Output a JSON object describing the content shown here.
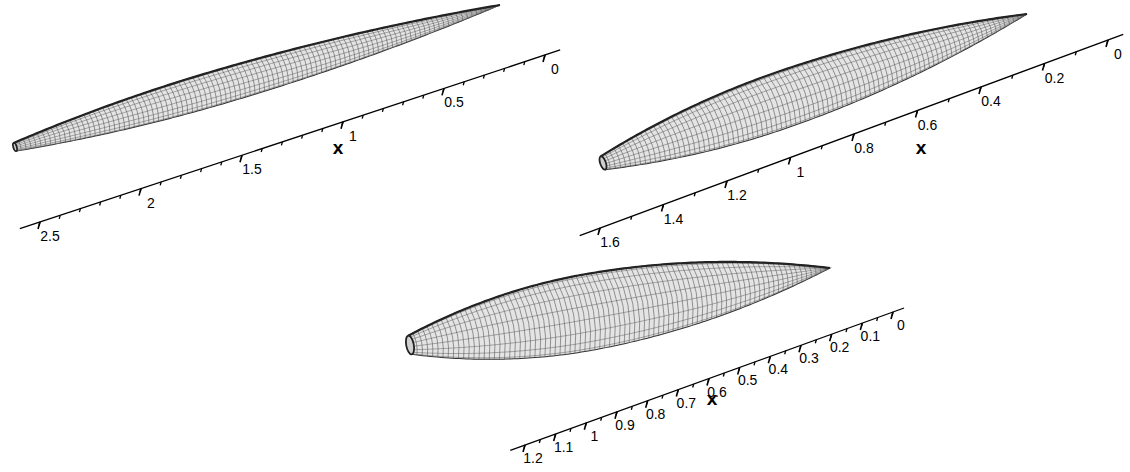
{
  "diagram": {
    "labels": [
      "0",
      "0.5",
      "1",
      "1.5",
      "2",
      "2.5",
      "x",
      "0",
      "0.2",
      "0.4",
      "0.6",
      "0.8",
      "1",
      "1.2",
      "1.4",
      "1.6",
      "x",
      "0",
      "0.1",
      "0.2",
      "0.3",
      "0.4",
      "0.5",
      "0.6",
      "0.7",
      "0.8",
      "0.9",
      "1",
      "1.1",
      "1.2",
      "x"
    ]
  }
}
